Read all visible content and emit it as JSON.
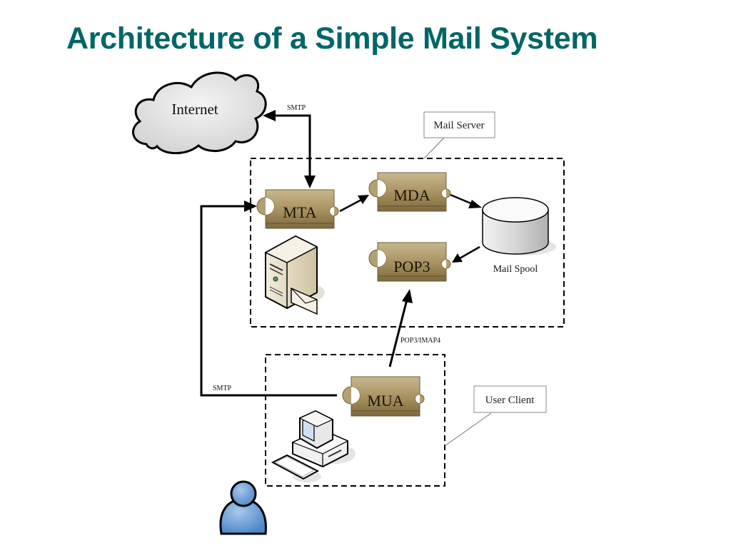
{
  "title": "Architecture of a Simple Mail System",
  "cloud": {
    "label": "Internet"
  },
  "groups": {
    "mail_server": {
      "label": "Mail Server"
    },
    "user_client": {
      "label": "User Client"
    }
  },
  "components": {
    "mta": "MTA",
    "mda": "MDA",
    "pop3": "POP3",
    "mua": "MUA"
  },
  "storage": {
    "label": "Mail Spool"
  },
  "protocols": {
    "internet_smtp": "SMTP",
    "client_smtp": "SMTP",
    "retrieval": "POP3/IMAP4"
  },
  "icons": [
    "cloud-icon",
    "server-icon",
    "database-icon",
    "desktop-computer-icon",
    "user-icon"
  ],
  "colors": {
    "title": "#006666",
    "component_fill": "#a08c5b",
    "arrow": "#000000"
  }
}
